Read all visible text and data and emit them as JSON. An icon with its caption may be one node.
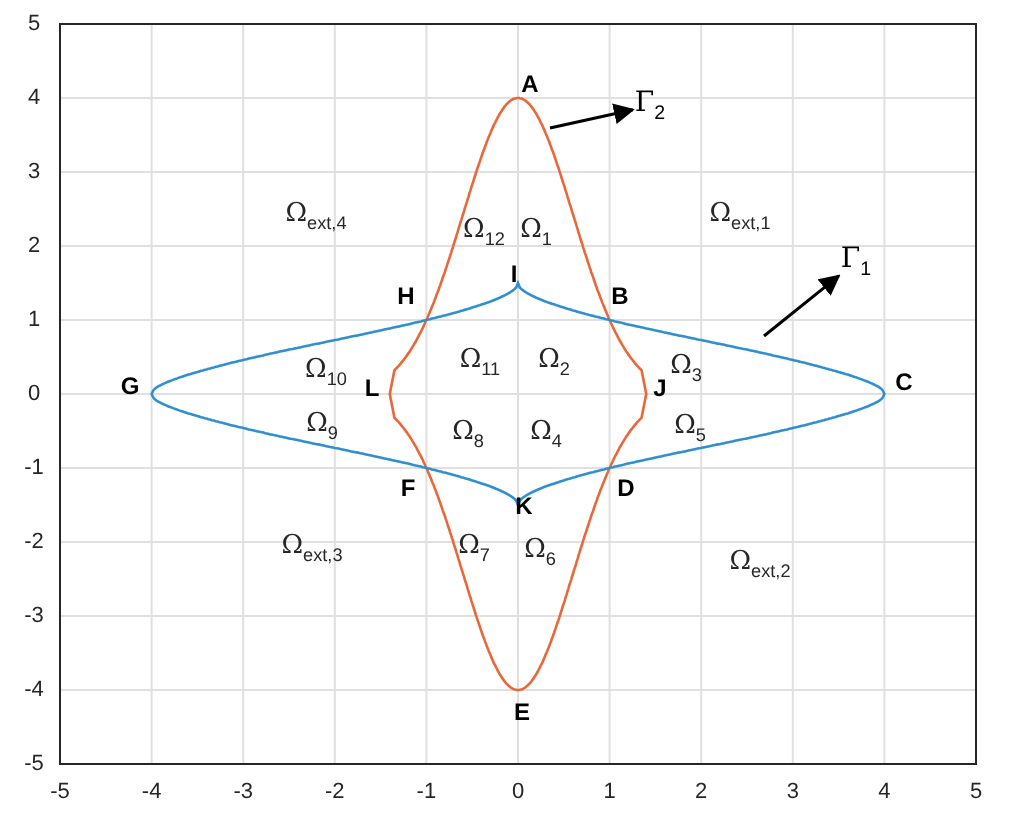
{
  "diagram": {
    "nodes": [
      {
        "text": [
          "Γ$_{2}$"
        ]
      },
      {
        "text": [
          "Γ$_{1}$"
        ]
      }
    ],
    "edges": [
      {
        "from": null,
        "to": 0,
        "arrow": "to"
      },
      {
        "from": null,
        "to": 1,
        "arrow": "to"
      }
    ],
    "labels": [
      "A",
      "Ω$_{ext,4}$",
      "Ω$_{12}$",
      "Ω$_{1}$",
      "Ω$_{ext,1}$",
      "H",
      "I",
      "B",
      "Ω$_{10}$",
      "Ω$_{11}$",
      "Ω$_{2}$",
      "Ω$_{3}$",
      "G",
      "L",
      "J",
      "C",
      "Ω$_{9}$",
      "Ω$_{8}$",
      "Ω$_{4}$",
      "Ω$_{5}$",
      "F",
      "D",
      "K",
      "Ω$_{ext,3}$",
      "Ω$_{7}$",
      "Ω$_{6}$",
      "Ω$_{ext,2}$",
      "E",
      "5",
      "4",
      "3",
      "2",
      "1",
      "0",
      "-1",
      "-2",
      "-3",
      "-4",
      "-5",
      "-5",
      "-4",
      "-3",
      "-2",
      "-1",
      "0",
      "1",
      "2",
      "3",
      "4",
      "5"
    ]
  }
}
